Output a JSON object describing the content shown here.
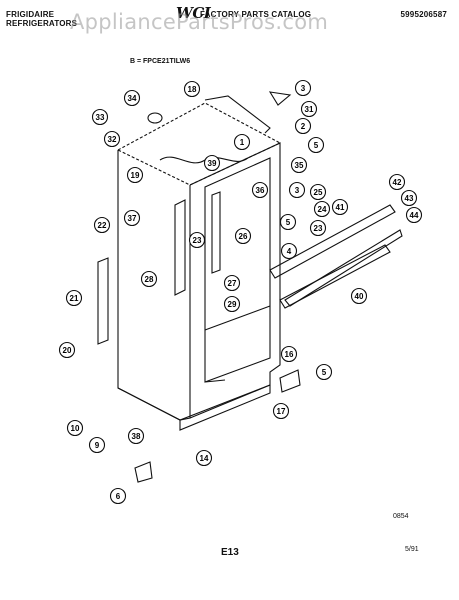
{
  "header": {
    "brand": "FRIGIDAIRE",
    "category": "REFRIGERATORS",
    "catalog_title": "FACTORY PARTS CATALOG",
    "part_number": "5995206587",
    "logo_text": "WCI"
  },
  "watermark": "AppliancePartsPros.com",
  "model_label": "B = FPCE21TILW6",
  "footer": {
    "drawing_number": "0854",
    "page_code": "E13",
    "date": "5/91"
  },
  "callouts": [
    "1",
    "2",
    "3",
    "3",
    "4",
    "5",
    "5",
    "5",
    "6",
    "9",
    "10",
    "14",
    "16",
    "17",
    "18",
    "19",
    "20",
    "21",
    "22",
    "23",
    "23",
    "24",
    "25",
    "26",
    "27",
    "28",
    "29",
    "31",
    "32",
    "33",
    "34",
    "35",
    "36",
    "37",
    "38",
    "39",
    "40",
    "41",
    "42",
    "43",
    "44"
  ]
}
